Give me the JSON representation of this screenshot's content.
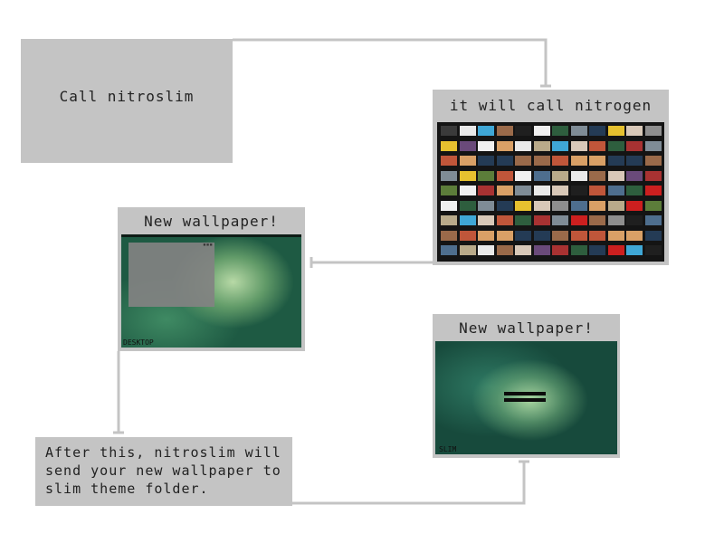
{
  "steps": {
    "call": "Call nitroslim",
    "nitrogen": "it will call nitrogen",
    "desktop_wallpaper": "New wallpaper!",
    "desktop_tag": "DESKTOP",
    "slim_wallpaper": "New wallpaper!",
    "slim_tag": "SLIM",
    "after_lines": [
      "After this, nitroslim will",
      "send your new wallpaper to",
      "slim theme folder."
    ]
  },
  "colors": {
    "box": "#c4c4c4",
    "connector": "#c4c4c4",
    "text": "#222222"
  },
  "thumbnail_palette": [
    "#3a3a3a",
    "#7f8c96",
    "#b9aa8a",
    "#e9e9e9",
    "#243b55",
    "#cc1f1f",
    "#3fa7d6",
    "#e6c12f",
    "#5c7d3a",
    "#9a6a4a",
    "#d8c8b8",
    "#6a4a7a",
    "#1f1f1f",
    "#8e8e8e",
    "#c0563a",
    "#f0f0f0",
    "#4e6e8e",
    "#a83232",
    "#2e5e3e",
    "#d9a066"
  ]
}
